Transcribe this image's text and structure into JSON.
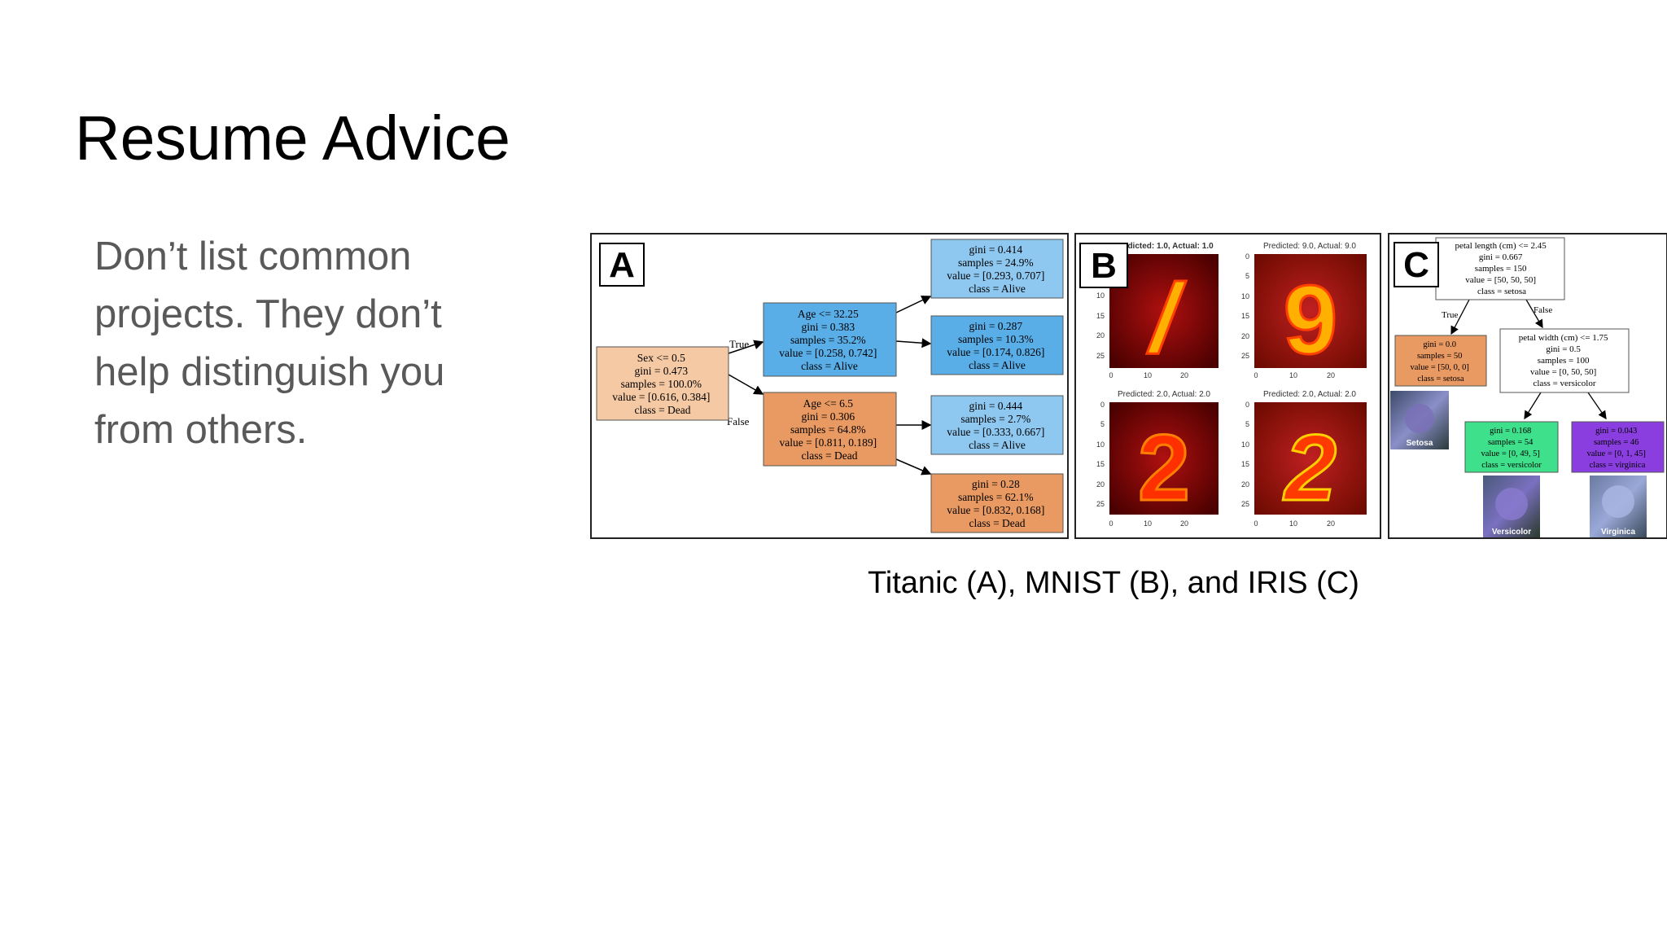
{
  "slide": {
    "title": "Resume Advice",
    "body": "Don’t list common projects. They don’t help distinguish you from others.",
    "caption": "Titanic (A), MNIST (B), and IRIS (C)"
  },
  "figure": {
    "panel_a": {
      "label": "A",
      "root": [
        "Sex <= 0.5",
        "gini = 0.473",
        "samples = 100.0%",
        "value = [0.616, 0.384]",
        "class = Dead"
      ],
      "edge_true": "True",
      "edge_false": "False",
      "mid_top": [
        "Age <= 32.25",
        "gini = 0.383",
        "samples = 35.2%",
        "value = [0.258, 0.742]",
        "class = Alive"
      ],
      "mid_bottom": [
        "Age <= 6.5",
        "gini = 0.306",
        "samples = 64.8%",
        "value = [0.811, 0.189]",
        "class = Dead"
      ],
      "leaf1": [
        "gini = 0.414",
        "samples = 24.9%",
        "value = [0.293, 0.707]",
        "class = Alive"
      ],
      "leaf2": [
        "gini = 0.287",
        "samples = 10.3%",
        "value = [0.174, 0.826]",
        "class = Alive"
      ],
      "leaf3": [
        "gini = 0.444",
        "samples = 2.7%",
        "value = [0.333, 0.667]",
        "class = Alive"
      ],
      "leaf4": [
        "gini = 0.28",
        "samples = 62.1%",
        "value = [0.832, 0.168]",
        "class = Dead"
      ]
    },
    "panel_b": {
      "label": "B",
      "t1": "Predicted: 1.0, Actual: 1.0",
      "t2": "Predicted: 9.0, Actual: 9.0",
      "t3": "Predicted: 2.0, Actual: 2.0",
      "t4": "Predicted: 2.0, Actual: 2.0",
      "digits": [
        "/",
        "9",
        "2",
        "2"
      ],
      "yticks_full": [
        "0",
        "5",
        "10",
        "15",
        "20",
        "25"
      ],
      "yticks_partial": [
        "10",
        "15",
        "20",
        "25"
      ],
      "xticks": [
        "0",
        "10",
        "20"
      ]
    },
    "panel_c": {
      "label": "C",
      "root": [
        "petal length (cm) <= 2.45",
        "gini = 0.667",
        "samples = 150",
        "value = [50, 50, 50]",
        "class = setosa"
      ],
      "edge_true": "True",
      "edge_false": "False",
      "leaf_setosa": [
        "gini = 0.0",
        "samples = 50",
        "value = [50, 0, 0]",
        "class = setosa"
      ],
      "mid": [
        "petal width (cm) <= 1.75",
        "gini = 0.5",
        "samples = 100",
        "value = [0, 50, 50]",
        "class = versicolor"
      ],
      "leaf_versicolor": [
        "gini = 0.168",
        "samples = 54",
        "value = [0, 49, 5]",
        "class = versicolor"
      ],
      "leaf_virginica": [
        "gini = 0.043",
        "samples = 46",
        "value = [0, 1, 45]",
        "class = virginica"
      ],
      "photo_setosa": "Setosa",
      "photo_versicolor": "Versicolor",
      "photo_virginica": "Virginica"
    },
    "colors": {
      "orange_light": "#f4c9a4",
      "orange": "#e99a62",
      "blue": "#5aaee8",
      "blue_light": "#8ec8f0",
      "green": "#3ee08c",
      "purple": "#8a3ee0",
      "heat_dark": "#5a0000",
      "heat_bright": "#ffd000"
    }
  }
}
